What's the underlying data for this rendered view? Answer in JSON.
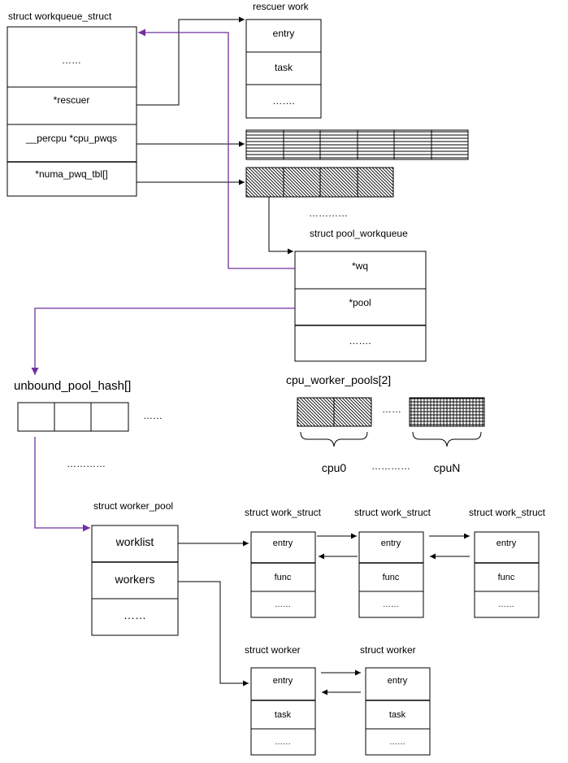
{
  "workqueue_struct": {
    "title": "struct workqueue_struct",
    "fields": [
      "……",
      "*rescuer",
      "__percpu *cpu_pwqs",
      "*numa_pwq_tbl[]"
    ]
  },
  "rescuer_work": {
    "title": "rescuer work",
    "fields": [
      "entry",
      "task",
      "……."
    ]
  },
  "numa_dots": "…………",
  "pool_workqueue": {
    "title": "struct pool_workqueue",
    "fields": [
      "*wq",
      "*pool",
      "……."
    ]
  },
  "unbound_pool_hash": {
    "title": "unbound_pool_hash[]",
    "after": "……",
    "below": "…………"
  },
  "cpu_worker_pools": {
    "title": "cpu_worker_pools[2]",
    "between": "……",
    "cpu0": "cpu0",
    "dots": "…………",
    "cpuN": "cpuN"
  },
  "worker_pool": {
    "title": "struct worker_pool",
    "fields": [
      "worklist",
      "workers",
      "……"
    ]
  },
  "work_structs": [
    {
      "title": "struct work_struct",
      "fields": [
        "entry",
        "func",
        "……"
      ]
    },
    {
      "title": "struct work_struct",
      "fields": [
        "entry",
        "func",
        "……"
      ]
    },
    {
      "title": "struct work_struct",
      "fields": [
        "entry",
        "func",
        "……"
      ]
    }
  ],
  "workers": [
    {
      "title": "struct worker",
      "fields": [
        "entry",
        "task",
        "……"
      ]
    },
    {
      "title": "struct worker",
      "fields": [
        "entry",
        "task",
        "……"
      ]
    }
  ],
  "colors": {
    "line": "#000000",
    "back_pointer": "#7030a0"
  }
}
